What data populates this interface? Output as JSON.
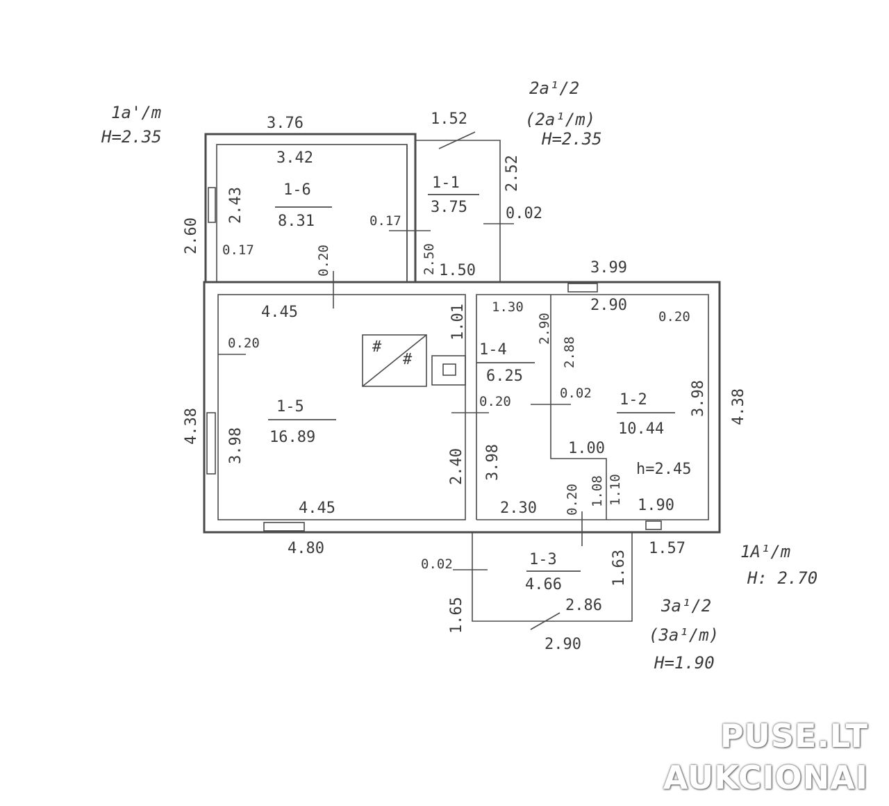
{
  "floors": {
    "top_left": {
      "line1": "1a'/m",
      "line2": "H=2.35"
    },
    "top_right": {
      "line1": "2a¹/2",
      "line2": "(2a¹/m)",
      "line3": "H=2.35"
    },
    "bottom_right": {
      "line1": "1A¹/m",
      "line2": "H: 2.70"
    },
    "bottom_mid": {
      "line1": "3a¹/2",
      "line2": "(3a¹/m)",
      "line3": "H=1.90"
    }
  },
  "rooms": [
    {
      "id": "1-6",
      "area": "8.31"
    },
    {
      "id": "1-1",
      "area": "3.75"
    },
    {
      "id": "1-5",
      "area": "16.89"
    },
    {
      "id": "1-4",
      "area": "6.25"
    },
    {
      "id": "1-2",
      "area": "10.44"
    },
    {
      "id": "1-3",
      "area": "4.66"
    }
  ],
  "dims": {
    "d376": "3.76",
    "d342": "3.42",
    "d152": "1.52",
    "d252": "2.52",
    "d002a": "0.02",
    "d260": "2.60",
    "d243": "2.43",
    "d017a": "0.17",
    "d017b": "0.17",
    "d020a": "0.20",
    "d250": "2.50",
    "d150": "1.50",
    "d399": "3.99",
    "d445a": "4.45",
    "d101": "1.01",
    "d130": "1.30",
    "d290a": "2.90",
    "d288": "2.88",
    "d290b": "2.90",
    "d020b": "0.20",
    "d020c": "0.20",
    "d438a": "4.38",
    "d398a": "3.98",
    "d020d": "0.20",
    "d002b": "0.02",
    "d398b": "3.98",
    "d438b": "4.38",
    "d240": "2.40",
    "d398c": "3.98",
    "d100": "1.00",
    "d245": "h=2.45",
    "d020e": "0.20",
    "d108": "1.08",
    "d110": "1.10",
    "d445b": "4.45",
    "d230": "2.30",
    "d190": "1.90",
    "d480": "4.80",
    "d157": "1.57",
    "d002c": "0.02",
    "d165": "1.65",
    "d163": "1.63",
    "d286": "2.86",
    "d290c": "2.90"
  },
  "stove_symbol": "#",
  "watermark": {
    "line1": "PUSE.LT",
    "line2": "AUKCIONAI"
  }
}
